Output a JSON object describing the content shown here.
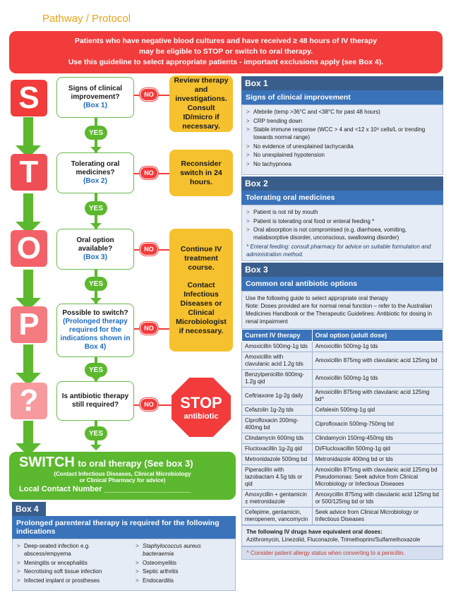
{
  "header": {
    "title": "Pathway / Protocol",
    "banner_line1": "Patients who have negative blood cultures and have received ≥ 48 hours of IV therapy",
    "banner_line2": "may be eligible to STOP or switch to oral therapy.",
    "banner_line3": "Use this guideline to select appropriate patients - important exclusions apply (see Box 4)."
  },
  "letters": {
    "s": "S",
    "t": "T",
    "o": "O",
    "p": "P",
    "q": "?"
  },
  "colors": {
    "red": "#f23b3b",
    "green": "#5cb82e",
    "amber": "#f5c12e",
    "navy": "#3a5e8c",
    "blue": "#3a73b9",
    "pink": "#f47b80"
  },
  "flow": {
    "q1": {
      "text": "Signs of clinical improvement?",
      "ref": "(Box 1)"
    },
    "q2": {
      "text": "Tolerating oral medicines?",
      "ref": "(Box 2)"
    },
    "q3": {
      "text": "Oral option available?",
      "ref": "(Box 3)"
    },
    "q4": {
      "text": "Possible to switch?",
      "ref": "(Prolonged therapy required for the indications shown in Box 4)"
    },
    "q5": {
      "text": "Is antibiotic therapy still required?"
    },
    "no_label": "NO",
    "yes_label": "YES",
    "a1": "Review therapy and investigations. Consult ID/micro if necessary.",
    "a2": "Reconsider switch in 24 hours.",
    "a3_line1": "Continue IV treatment course.",
    "a3_line2": "Contact Infectious Diseases or Clinical Microbiologist if necessary.",
    "stop_title": "STOP",
    "stop_sub": "antibiotic",
    "switch_big": "SWITCH",
    "switch_rest": "to oral therapy (See box 3)",
    "switch_note1": "(Contact Infectious Diseases, Clinical Microbiology",
    "switch_note2": "or Clinical Pharmacy for advice)",
    "switch_contact": "Local Contact Number ____________________"
  },
  "box1": {
    "label": "Box 1",
    "title": "Signs of clinical improvement",
    "items": [
      "Afebrile (temp >36°C and <38°C for past 48 hours)",
      "CRP trending down",
      "Stable immune response (WCC > 4 and <12 x 10⁹ cells/L or trending towards normal range)",
      "No evidence of unexplained tachycardia",
      "No unexplained hypotension",
      "No tachypnoea"
    ]
  },
  "box2": {
    "label": "Box 2",
    "title": "Tolerating oral medicines",
    "items": [
      "Patient is not nil by mouth",
      "Patient is tolerating oral food or enteral feeding *",
      "Oral absorption is not compromised (e.g. diarrhoea, vomiting, malabsorptive disorder, unconscious, swallowing disorder)"
    ],
    "footnote": "* Enteral feeding: consult pharmacy for advice on suitable formulation and administration method."
  },
  "box3": {
    "label": "Box 3",
    "title": "Common oral antibiotic options",
    "intro1": "Use the following guide to select appropriate oral therapy",
    "intro2": "Note: Doses provided are for normal renal function – refer to the Australian Medicines Handbook or the Therapeutic Guidelines: Antibiotic for dosing in renal impairment",
    "col_iv": "Current IV therapy",
    "col_oral": "Oral option (adult dose)",
    "rows": [
      [
        "Amoxicillin 500mg-1g tds",
        "Amoxicillin 500mg-1g tds"
      ],
      [
        "Amoxicillin with clavulanic acid 1.2g tds",
        "Amoxicillin 875mg with clavulanic acid 125mg bd"
      ],
      [
        "Benzylpenicillin 600mg-1.2g qid",
        "Amoxicillin 500mg-1g tds"
      ],
      [
        "Ceftriaxone 1g-2g daily",
        "Amoxicillin 875mg with clavulanic acid 125mg bd^"
      ],
      [
        "Cefazolin 1g-2g tds",
        "Cefalexin 500mg-1g qid"
      ],
      [
        "Ciprofloxacin 200mg-400mg bd",
        "Ciprofloxacin 500mg-750mg bd"
      ],
      [
        "Clindamycin 600mg tds",
        "Clindamycin 150mg-450mg tds"
      ],
      [
        "Flucloxacillin 1g-2g qid",
        "Di/Flucloxacillin 500mg-1g qid"
      ],
      [
        "Metronidazole 500mg bd",
        "Metronidazole 400mg bd or tds"
      ],
      [
        "Piperacillin with tazobactam 4.5g tds or qid",
        "Amoxicillin 875mg with clavulanic acid 125mg bd Pseudomonas: Seek advice from Clinical Microbiology or Infectious Diseases"
      ],
      [
        "Amoxycillin + gentamicin ± metronidazole",
        "Amoxycillin 875mg with clavulanic acid 125mg bd or 500/125mg bd or tds"
      ],
      [
        "Cefepime, gentamicin, meropenem, vancomycin",
        "Seek advice from Clinical Microbiology or Infectious Diseases"
      ]
    ],
    "equiv_title": "The following IV drugs have equivalent oral doses:",
    "equiv_list": "Azithromycin, Linezolid, Fluconazole, Trimethoprim/Sulfamethoxazole",
    "allergy_note": "^ Consider patient allergy status when converting to a penicillin."
  },
  "box4": {
    "label": "Box 4",
    "title": "Prolonged parenteral therapy is required for the following indications",
    "left": [
      "Deep-seated infection e.g. abscess/empyema",
      "Meningitis or encephalitis",
      "Necrotising soft tissue infection",
      "Infected implant or prostheses"
    ],
    "right": [
      "Staphylococcus aureus bacteraemia",
      "Osteomyelitis",
      "Septic arthritis",
      "Endocarditis"
    ]
  }
}
